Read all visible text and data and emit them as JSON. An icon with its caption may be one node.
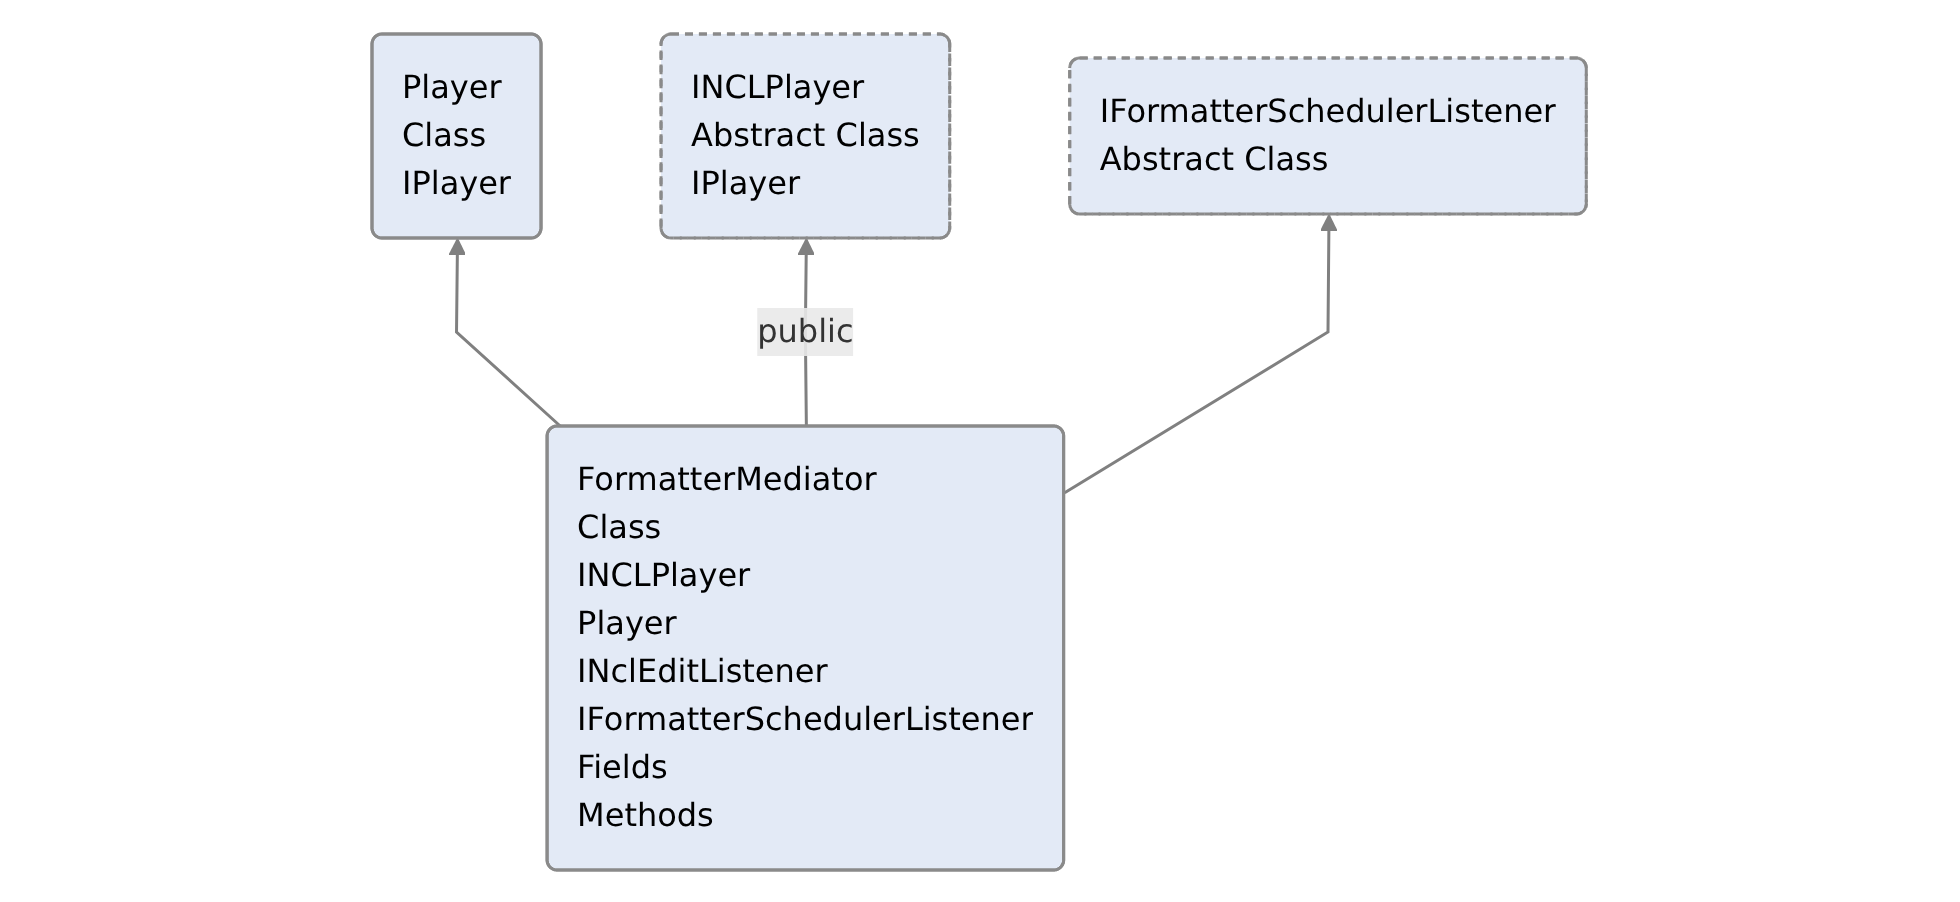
{
  "diagram": {
    "nodes": [
      {
        "text": [
          "Player",
          "Class",
          "IPlayer"
        ]
      },
      {
        "text": [
          "INCLPlayer",
          "Abstract Class",
          "IPlayer"
        ]
      },
      {
        "text": [
          "IFormatterSchedulerListener",
          "Abstract Class"
        ]
      },
      {
        "text": [
          "FormatterMediator",
          "Class",
          "INCLPlayer",
          "Player",
          "INclEditListener",
          "IFormatterSchedulerListener",
          "Fields",
          "Methods"
        ]
      }
    ],
    "edges": [
      {
        "from": 3,
        "to": 0,
        "arrow": "to"
      },
      {
        "from": 3,
        "to": 1,
        "arrow": "to",
        "label": "public"
      },
      {
        "from": 3,
        "to": 2,
        "arrow": "to"
      }
    ]
  }
}
